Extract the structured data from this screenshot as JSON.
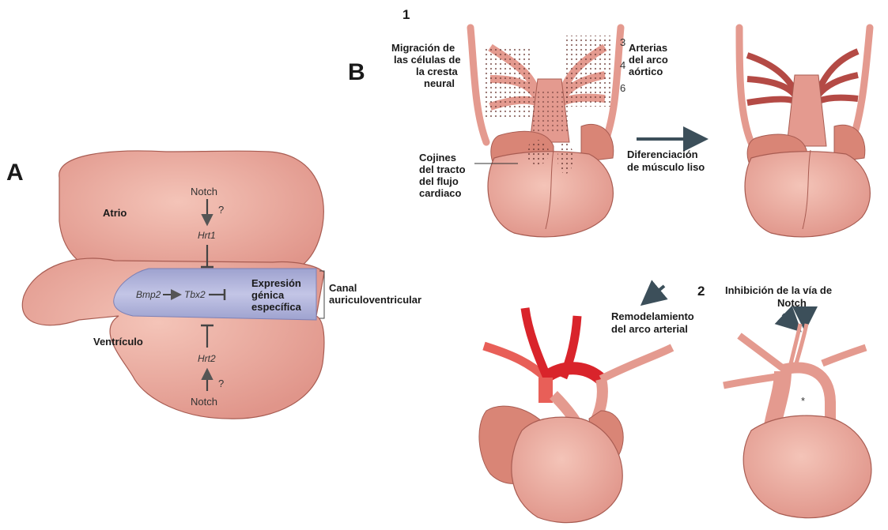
{
  "colors": {
    "tissue": "#e49a8f",
    "tissue_light": "#f1c0b5",
    "tissue_edge": "#a85c52",
    "canal": "#a9abd3",
    "artery_red": "#d9242b",
    "dots": "#6b3b36",
    "arrow": "#3c4f5a"
  },
  "panel_a": {
    "letter": "A",
    "atrio": "Atrio",
    "ventriculo": "Ventrículo",
    "notch_top": "Notch",
    "notch_bottom": "Notch",
    "q_top": "?",
    "q_bottom": "?",
    "hrt1": "Hrt1",
    "hrt2": "Hrt2",
    "bmp2": "Bmp2",
    "tbx2": "Tbx2",
    "expr_line1": "Expresión",
    "expr_line2": "génica",
    "expr_line3": "específica",
    "canal_line1": "Canal",
    "canal_line2": "auriculoventricular"
  },
  "panel_b": {
    "letter": "B",
    "step1": "1",
    "step2": "2",
    "migracion": [
      "Migración de",
      "las células de",
      "la cresta",
      "neural"
    ],
    "arterias": [
      "Arterias",
      "del arco",
      "aórtico"
    ],
    "arch_numbers": [
      "3",
      "4",
      "6"
    ],
    "cojines": [
      "Cojines",
      "del tracto",
      "del flujo",
      "cardiaco"
    ],
    "diferenciacion": [
      "Diferenciación",
      "de músculo liso"
    ],
    "remodelamiento": [
      "Remodelamiento",
      "del arco arterial"
    ],
    "inhibicion": [
      "Inhibición de la vía de",
      "Notch"
    ],
    "asterisk": "*"
  }
}
